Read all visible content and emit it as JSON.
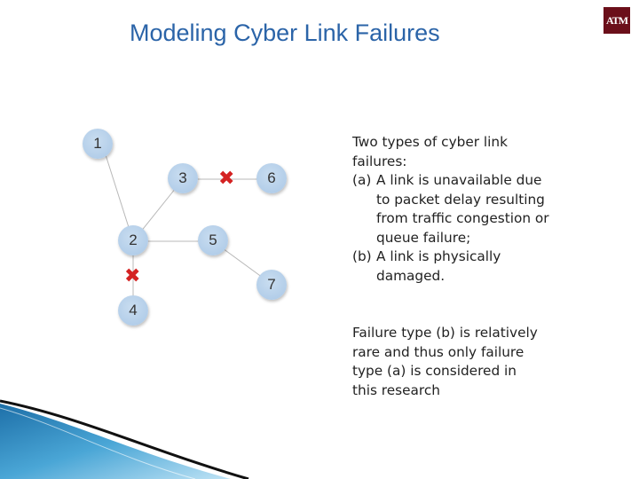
{
  "slide": {
    "title": "Modeling Cyber Link Failures",
    "logo_text": "ATM"
  },
  "graph": {
    "nodes": [
      {
        "id": "1",
        "label": "1"
      },
      {
        "id": "3",
        "label": "3"
      },
      {
        "id": "6",
        "label": "6"
      },
      {
        "id": "2",
        "label": "2"
      },
      {
        "id": "5",
        "label": "5"
      },
      {
        "id": "7",
        "label": "7"
      },
      {
        "id": "4",
        "label": "4"
      }
    ],
    "edges": [
      [
        "1",
        "2"
      ],
      [
        "2",
        "3"
      ],
      [
        "3",
        "6"
      ],
      [
        "2",
        "5"
      ],
      [
        "5",
        "7"
      ],
      [
        "2",
        "4"
      ]
    ],
    "failed_edges": [
      [
        "3",
        "6"
      ],
      [
        "2",
        "4"
      ]
    ],
    "failure_mark": "✖",
    "failure_color": "#d42222"
  },
  "text": {
    "intro": "Two types of cyber link failures:",
    "items": [
      {
        "marker": "(a)",
        "text": "A link is unavailable due to packet delay resulting from traffic congestion or queue failure;"
      },
      {
        "marker": "(b)",
        "text": "A link is physically damaged."
      }
    ],
    "note": "Failure type (b) is relatively rare and thus only failure type (a) is considered in this research"
  },
  "colors": {
    "title": "#2b64a8",
    "node_fill": "#b3cde9",
    "logo": "#6b0f1a"
  }
}
